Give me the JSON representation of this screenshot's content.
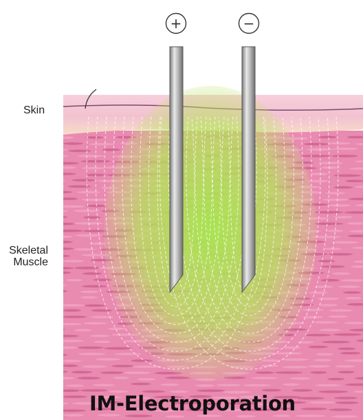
{
  "labels": {
    "skin": "Skin",
    "muscle_line1": "Skeletal",
    "muscle_line2": "Muscle"
  },
  "electrodes": {
    "positive_symbol": "+",
    "negative_symbol": "−",
    "positive_icon": "plus-circle-icon",
    "negative_icon": "minus-circle-icon"
  },
  "caption": "IM-Electroporation",
  "colors": {
    "skin": "#f3c6d4",
    "epidermis": "#f7dcc4",
    "muscle": "#e98ab0",
    "field": "#9be04a",
    "electrode": "#b8b8b8"
  }
}
